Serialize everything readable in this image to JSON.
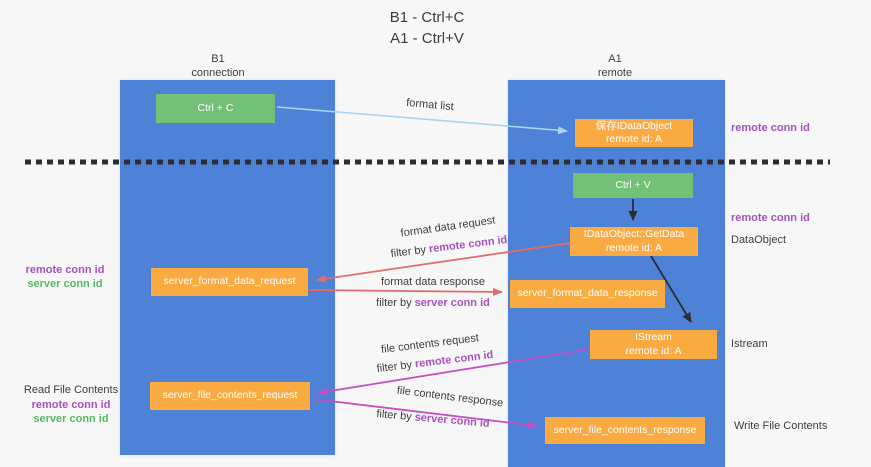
{
  "title": {
    "line1": "B1 - Ctrl+C",
    "line2": "A1 - Ctrl+V"
  },
  "lanes": {
    "left": {
      "name": "B1",
      "role": "connection"
    },
    "right": {
      "name": "A1",
      "role": "remote"
    }
  },
  "boxes": {
    "ctrl_c": {
      "label": "Ctrl + C"
    },
    "save_dataobject": {
      "line1": "保存IDataObject",
      "line2": "remote id: A"
    },
    "ctrl_v": {
      "label": "Ctrl + V"
    },
    "getdata": {
      "line1": "IDataObject::GetData",
      "line2": "remote id: A"
    },
    "istream": {
      "line1": "IStream",
      "line2": "remote id: A"
    },
    "format_request": {
      "label": "server_format_data_request"
    },
    "format_response": {
      "label": "server_format_data_response"
    },
    "file_request": {
      "label": "server_file_contents_request"
    },
    "file_response": {
      "label": "server_file_contents_response"
    }
  },
  "right_labels": {
    "remote_conn_id_top": "remote conn id",
    "remote_conn_id_mid": "remote conn id",
    "dataobject": "DataObject",
    "istream": "Istream",
    "write_file_contents": "Write File Contents"
  },
  "left_labels": {
    "remote_conn_id_format": "remote conn id",
    "server_conn_id_format": "server conn id",
    "read_file_contents": "Read File Contents",
    "remote_conn_id_file": "remote conn id",
    "server_conn_id_file": "server conn id"
  },
  "arrow_labels": {
    "format_list": "format list",
    "format_request": {
      "text": "format data request",
      "filter_prefix": "filter by ",
      "filter_key": "remote conn id"
    },
    "format_response": {
      "text": "format data response",
      "filter_prefix": "filter by ",
      "filter_key": "server conn id"
    },
    "file_request": {
      "text": "file contents request",
      "filter_prefix": "filter by ",
      "filter_key": "remote conn id"
    },
    "file_response": {
      "text": "file contents response",
      "filter_prefix": "filter by ",
      "filter_key": "server conn id"
    }
  },
  "colors": {
    "lane_blue": "#4d82d6",
    "box_green": "#73c176",
    "box_orange": "#f9ab42",
    "arrow_lightblue": "#a9d4f2",
    "arrow_red": "#e06c6c",
    "arrow_magenta": "#c44fc4",
    "arrow_black": "#2e2e2e",
    "dashed_line": "#2e2e2e",
    "text_purple": "#a651c1",
    "text_green": "#55b865",
    "text_dark": "#3d3d3d"
  }
}
